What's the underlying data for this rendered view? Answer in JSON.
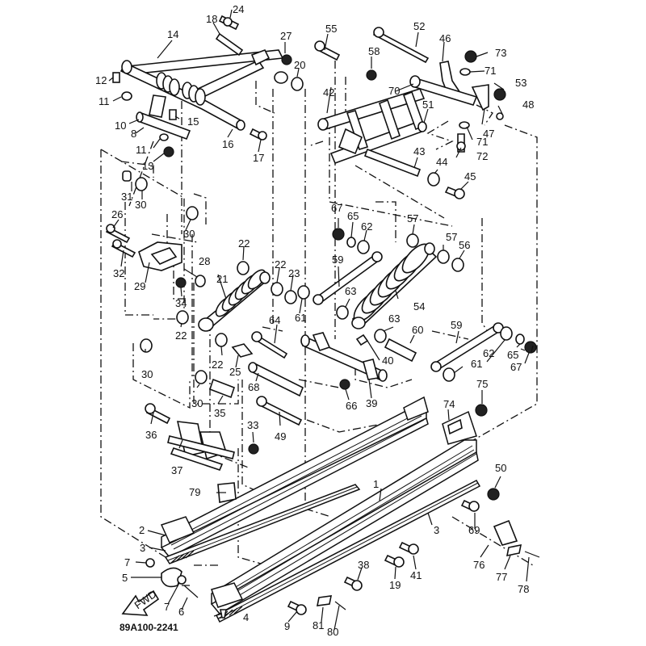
{
  "diagram": {
    "title": "Rear suspension exploded parts diagram",
    "drawing_code": "89A100-2241",
    "front_arrow_label": "FWD",
    "callouts": [
      {
        "id": "c1",
        "num": "1"
      },
      {
        "id": "c2",
        "num": "2"
      },
      {
        "id": "c3a",
        "num": "3"
      },
      {
        "id": "c3b",
        "num": "3"
      },
      {
        "id": "c4",
        "num": "4"
      },
      {
        "id": "c5",
        "num": "5"
      },
      {
        "id": "c6",
        "num": "6"
      },
      {
        "id": "c7a",
        "num": "7"
      },
      {
        "id": "c7b",
        "num": "7"
      },
      {
        "id": "c8",
        "num": "8"
      },
      {
        "id": "c9",
        "num": "9"
      },
      {
        "id": "c10",
        "num": "10"
      },
      {
        "id": "c11a",
        "num": "11"
      },
      {
        "id": "c11b",
        "num": "11"
      },
      {
        "id": "c12",
        "num": "12"
      },
      {
        "id": "c13",
        "num": "13"
      },
      {
        "id": "c14",
        "num": "14"
      },
      {
        "id": "c15",
        "num": "15"
      },
      {
        "id": "c16",
        "num": "16"
      },
      {
        "id": "c17",
        "num": "17"
      },
      {
        "id": "c18",
        "num": "18"
      },
      {
        "id": "c19",
        "num": "19"
      },
      {
        "id": "c20",
        "num": "20"
      },
      {
        "id": "c21",
        "num": "21"
      },
      {
        "id": "c22a",
        "num": "22"
      },
      {
        "id": "c22b",
        "num": "22"
      },
      {
        "id": "c22c",
        "num": "22"
      },
      {
        "id": "c22d",
        "num": "22"
      },
      {
        "id": "c23",
        "num": "23"
      },
      {
        "id": "c24",
        "num": "24"
      },
      {
        "id": "c25",
        "num": "25"
      },
      {
        "id": "c26",
        "num": "26"
      },
      {
        "id": "c27",
        "num": "27"
      },
      {
        "id": "c28",
        "num": "28"
      },
      {
        "id": "c29",
        "num": "29"
      },
      {
        "id": "c30a",
        "num": "30"
      },
      {
        "id": "c30b",
        "num": "30"
      },
      {
        "id": "c30c",
        "num": "30"
      },
      {
        "id": "c30d",
        "num": "30"
      },
      {
        "id": "c31",
        "num": "31"
      },
      {
        "id": "c32",
        "num": "32"
      },
      {
        "id": "c33",
        "num": "33"
      },
      {
        "id": "c34",
        "num": "34"
      },
      {
        "id": "c35",
        "num": "35"
      },
      {
        "id": "c36",
        "num": "36"
      },
      {
        "id": "c37",
        "num": "37"
      },
      {
        "id": "c38",
        "num": "38"
      },
      {
        "id": "c39",
        "num": "39"
      },
      {
        "id": "c40",
        "num": "40"
      },
      {
        "id": "c41",
        "num": "41"
      },
      {
        "id": "c42",
        "num": "42"
      },
      {
        "id": "c43",
        "num": "43"
      },
      {
        "id": "c44",
        "num": "44"
      },
      {
        "id": "c45",
        "num": "45"
      },
      {
        "id": "c46",
        "num": "46"
      },
      {
        "id": "c47",
        "num": "47"
      },
      {
        "id": "c48",
        "num": "48"
      },
      {
        "id": "c49",
        "num": "49"
      },
      {
        "id": "c50",
        "num": "50"
      },
      {
        "id": "c51",
        "num": "51"
      },
      {
        "id": "c52",
        "num": "52"
      },
      {
        "id": "c53",
        "num": "53"
      },
      {
        "id": "c54",
        "num": "54"
      },
      {
        "id": "c55",
        "num": "55"
      },
      {
        "id": "c56",
        "num": "56"
      },
      {
        "id": "c57a",
        "num": "57"
      },
      {
        "id": "c57b",
        "num": "57"
      },
      {
        "id": "c58",
        "num": "58"
      },
      {
        "id": "c59a",
        "num": "59"
      },
      {
        "id": "c59b",
        "num": "59"
      },
      {
        "id": "c60",
        "num": "60"
      },
      {
        "id": "c61a",
        "num": "61"
      },
      {
        "id": "c61b",
        "num": "61"
      },
      {
        "id": "c62a",
        "num": "62"
      },
      {
        "id": "c62b",
        "num": "62"
      },
      {
        "id": "c63a",
        "num": "63"
      },
      {
        "id": "c63b",
        "num": "63"
      },
      {
        "id": "c64",
        "num": "64"
      },
      {
        "id": "c65a",
        "num": "65"
      },
      {
        "id": "c65b",
        "num": "65"
      },
      {
        "id": "c66",
        "num": "66"
      },
      {
        "id": "c67a",
        "num": "67"
      },
      {
        "id": "c67b",
        "num": "67"
      },
      {
        "id": "c68",
        "num": "68"
      },
      {
        "id": "c69",
        "num": "69"
      },
      {
        "id": "c70",
        "num": "70"
      },
      {
        "id": "c71a",
        "num": "71"
      },
      {
        "id": "c71b",
        "num": "71"
      },
      {
        "id": "c72",
        "num": "72"
      },
      {
        "id": "c73",
        "num": "73"
      },
      {
        "id": "c74",
        "num": "74"
      },
      {
        "id": "c75",
        "num": "75"
      },
      {
        "id": "c76",
        "num": "76"
      },
      {
        "id": "c77",
        "num": "77"
      },
      {
        "id": "c78",
        "num": "78"
      },
      {
        "id": "c79",
        "num": "79"
      },
      {
        "id": "c80",
        "num": "80"
      },
      {
        "id": "c81",
        "num": "81"
      }
    ]
  }
}
